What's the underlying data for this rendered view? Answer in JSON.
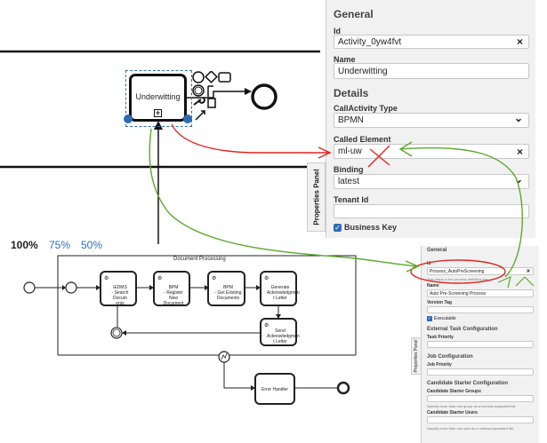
{
  "top_panel": {
    "general_title": "General",
    "id_label": "Id",
    "id_value": "Activity_0yw4fvt",
    "name_label": "Name",
    "name_value": "Underwitting",
    "details_title": "Details",
    "callactivity_type_label": "CallActivity Type",
    "callactivity_type_value": "BPMN",
    "called_element_label": "Called Element",
    "called_element_value": "ml-uw",
    "binding_label": "Binding",
    "binding_value": "latest",
    "tenant_id_label": "Tenant Id",
    "tenant_id_value": "",
    "business_key_label": "Business Key",
    "properties_tab": "Properties Panel",
    "clear_symbol": "×",
    "select_symbol": "⌄"
  },
  "top_diagram": {
    "task_label": "Underwitting",
    "subprocess_marker": "+"
  },
  "zoom_labels": [
    "100%",
    "75%",
    "50%"
  ],
  "bottom_diagram": {
    "pool_title": "Document Processing",
    "tasks": [
      {
        "label": "iEDMS\n- Search Docum\nents"
      },
      {
        "label": "BPM\n- Register New\nDocument"
      },
      {
        "label": "BPM\n- Get Existing\nDocuments"
      },
      {
        "label": "Generate\nAcknowledgmen\nt Letter"
      },
      {
        "label": "Send\nAcknowledgmen\nt Letter"
      },
      {
        "label": "Error Handler"
      }
    ]
  },
  "bottom_panel": {
    "general_title": "General",
    "id_label": "Id",
    "id_value": "Process_AutoPreScreening",
    "id_hint": "This maps to the process definition key.",
    "name_label": "Name",
    "name_value": "Auto Pre-Screening Process",
    "version_tag_label": "Version Tag",
    "executable_label": "Executable",
    "external_task_title": "External Task Configuration",
    "task_priority_label": "Task Priority",
    "job_config_title": "Job Configuration",
    "job_priority_label": "Job Priority",
    "candidate_title": "Candidate Starter Configuration",
    "candidate_groups_label": "Candidate Starter Groups",
    "candidate_groups_hint": "Specify more than one group as a comma separated list.",
    "candidate_users_label": "Candidate Starter Users",
    "candidate_users_hint": "Specify more than one user as a comma separated list.",
    "properties_tab": "Properties Panel",
    "clear_symbol": "×"
  },
  "colors": {
    "annotation_red": "#e0261f",
    "annotation_green": "#5aaa2c",
    "zoom_blue": "#2b6fc4",
    "selection_blue": "#2d6cb5"
  }
}
